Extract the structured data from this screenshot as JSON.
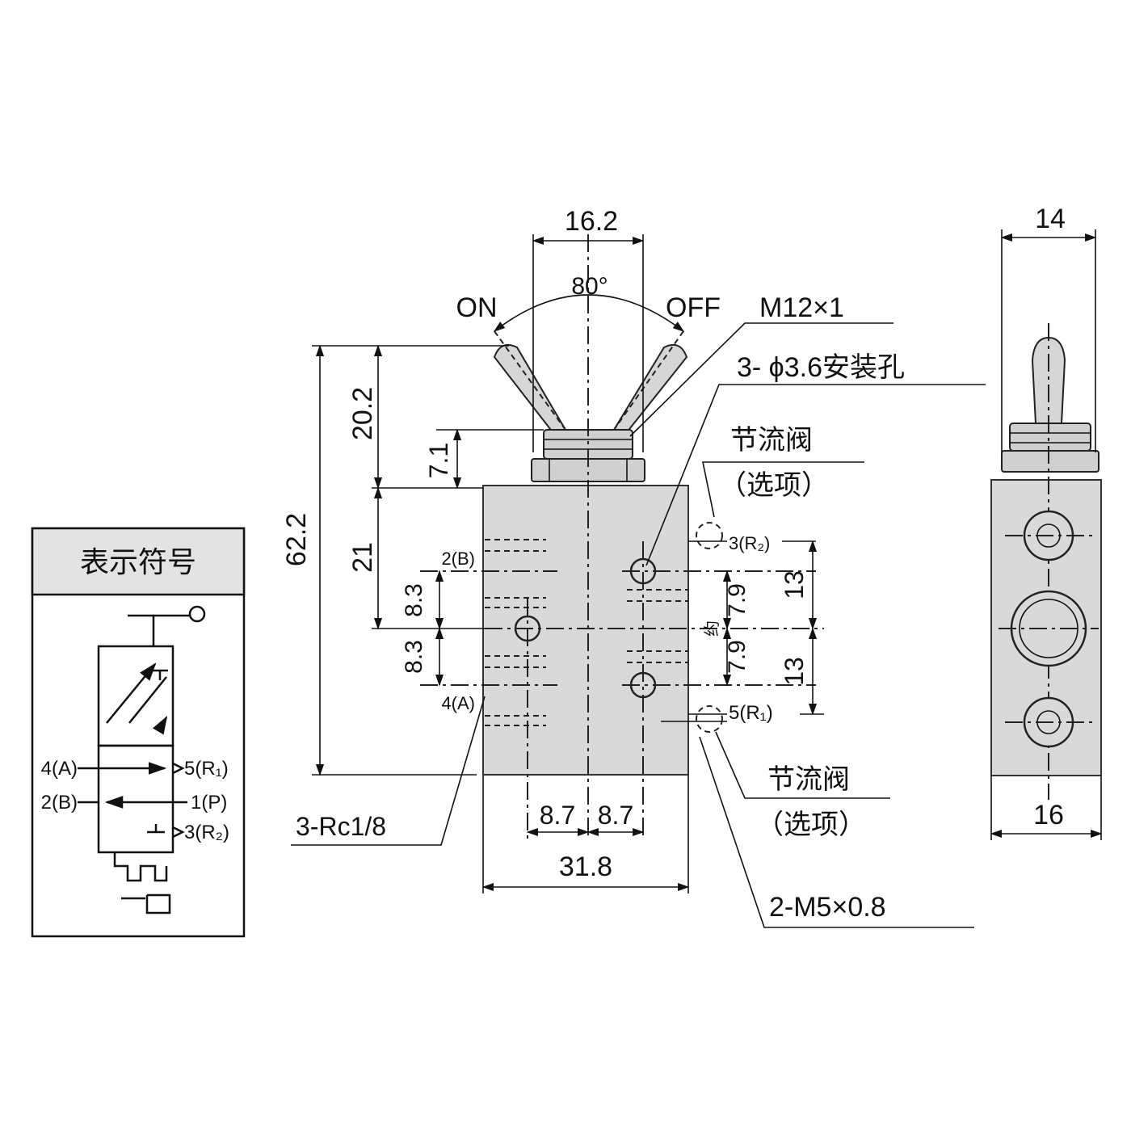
{
  "symbol_box": {
    "title": "表示符号",
    "port_labels": {
      "a4": "4(A)",
      "b2": "2(B)",
      "r1": "5(R₁)",
      "p1": "1(P)",
      "r2": "3(R₂)"
    }
  },
  "front_view": {
    "dims": {
      "top_width": "16.2",
      "angle": "80°",
      "on": "ON",
      "off": "OFF",
      "h_lever": "20.2",
      "h_nut": "7.1",
      "h_total": "62.2",
      "h_21": "21",
      "d83a": "8.3",
      "d83b": "8.3",
      "d79a": "7.9",
      "d79b": "7.9",
      "d13a": "13",
      "d13b": "13",
      "about": "约",
      "w87a": "8.7",
      "w87b": "8.7",
      "w318": "31.8"
    },
    "callouts": {
      "thread": "M12×1",
      "mount_holes": "3- ϕ3.6安装孔",
      "throttle_top": "节流阀",
      "option_top": "（选项）",
      "throttle_bottom": "节流阀",
      "option_bottom": "（选项）",
      "rc": "3-Rc1/8",
      "m5": "2-M5×0.8"
    },
    "port_labels": {
      "b2": "2(B)",
      "a4": "4(A)",
      "r2": "3(R₂)",
      "r1": "5(R₁)"
    }
  },
  "side_view": {
    "dims": {
      "top": "14",
      "bottom": "16"
    }
  }
}
